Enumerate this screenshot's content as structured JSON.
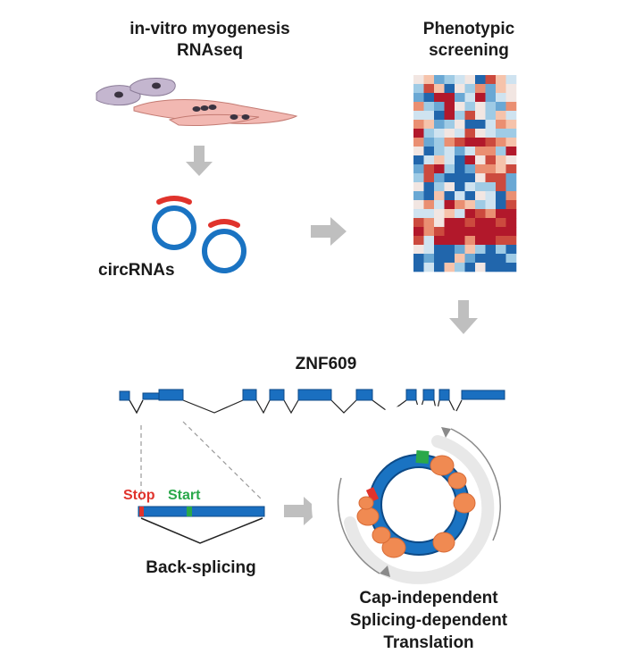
{
  "labels": {
    "myogenesis_line1": "in-vitro myogenesis",
    "myogenesis_line2": "RNAseq",
    "phenotypic_line1": "Phenotypic",
    "phenotypic_line2": "screening",
    "circrnas": "circRNAs",
    "gene": "ZNF609",
    "stop": "Stop",
    "start": "Start",
    "back_splicing": "Back-splicing",
    "translation_line1": "Cap-independent",
    "translation_line2": "Splicing-dependent",
    "translation_line3": "Translation"
  },
  "colors": {
    "circ_blue": "#1a73c2",
    "circ_red": "#e0332c",
    "exon_blue": "#1a6fc0",
    "start_green": "#2aa84a",
    "stop_red": "#e0332c",
    "ribosome_orange": "#f08a52",
    "arrow_gray": "#bfbfbf"
  },
  "icons": {
    "cells": "myoblast-cells-icon",
    "ribosome": "ribosome-icon"
  }
}
